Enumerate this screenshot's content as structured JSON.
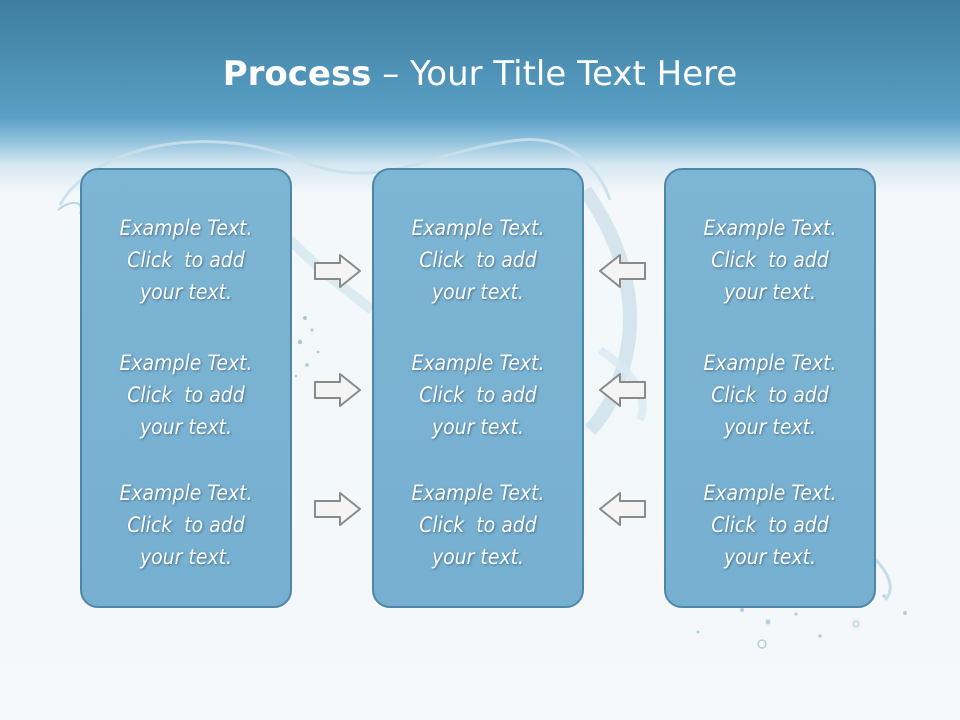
{
  "slide": {
    "title_bold": "Process",
    "title_rest": " – Your Title Text Here"
  },
  "panels": [
    {
      "blocks": [
        {
          "line1": "Example Text.",
          "line2": "Click  to add",
          "line3": "your text."
        },
        {
          "line1": "Example Text.",
          "line2": "Click  to add",
          "line3": "your text."
        },
        {
          "line1": "Example Text.",
          "line2": "Click  to add",
          "line3": "your text."
        }
      ]
    },
    {
      "blocks": [
        {
          "line1": "Example Text.",
          "line2": "Click  to add",
          "line3": "your text."
        },
        {
          "line1": "Example Text.",
          "line2": "Click  to add",
          "line3": "your text."
        },
        {
          "line1": "Example Text.",
          "line2": "Click  to add",
          "line3": "your text."
        }
      ]
    },
    {
      "blocks": [
        {
          "line1": "Example Text.",
          "line2": "Click  to add",
          "line3": "your text."
        },
        {
          "line1": "Example Text.",
          "line2": "Click  to add",
          "line3": "your text."
        },
        {
          "line1": "Example Text.",
          "line2": "Click  to add",
          "line3": "your text."
        }
      ]
    }
  ],
  "arrows": {
    "left_column_direction": "right",
    "right_column_direction": "left"
  },
  "colors": {
    "header": "#4a8db1",
    "panel_fill": "#7ab3d3",
    "panel_border": "#4f86a8",
    "arrow_fill": "#f4f4f4",
    "arrow_stroke": "#8a8a8a"
  }
}
